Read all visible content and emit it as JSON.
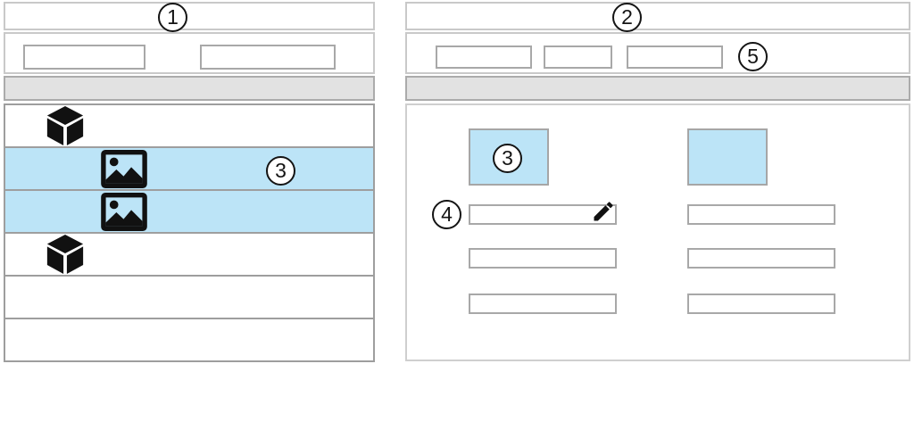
{
  "annotations": {
    "n1": "1",
    "n2": "2",
    "n3_list": "3",
    "n3_thumb": "3",
    "n4": "4",
    "n5": "5"
  },
  "left_panel": {
    "header_title": "",
    "toolbar_inputs": [
      {
        "value": "",
        "placeholder": ""
      },
      {
        "value": "",
        "placeholder": ""
      }
    ],
    "column_header": "",
    "rows": [
      {
        "icon": "cube-icon",
        "selected": false
      },
      {
        "icon": "image-icon",
        "selected": true,
        "callout": "3"
      },
      {
        "icon": "image-icon",
        "selected": true
      },
      {
        "icon": "cube-icon",
        "selected": false
      },
      {
        "icon": "",
        "selected": false
      },
      {
        "icon": "",
        "selected": false
      }
    ]
  },
  "right_panel": {
    "header_title": "",
    "toolbar_inputs": [
      {
        "value": "",
        "placeholder": ""
      },
      {
        "value": "",
        "placeholder": ""
      },
      {
        "value": "",
        "placeholder": ""
      }
    ],
    "column_header": "",
    "left_column": {
      "thumbnail": {
        "selected": true,
        "callout": "3",
        "icon": ""
      },
      "fields": [
        {
          "value": "",
          "editable": true,
          "callout": "4",
          "icon": "pencil-icon"
        },
        {
          "value": ""
        },
        {
          "value": ""
        }
      ]
    },
    "right_column": {
      "thumbnail": {
        "selected": true
      },
      "fields": [
        {
          "value": ""
        },
        {
          "value": ""
        },
        {
          "value": ""
        }
      ]
    }
  },
  "colors": {
    "selection_blue": "#bce4f7",
    "bar_gray": "#e2e2e2",
    "row_border_gray": "#9e9e9e",
    "input_border_gray": "#a8a8a8",
    "icon_black": "#111111"
  }
}
